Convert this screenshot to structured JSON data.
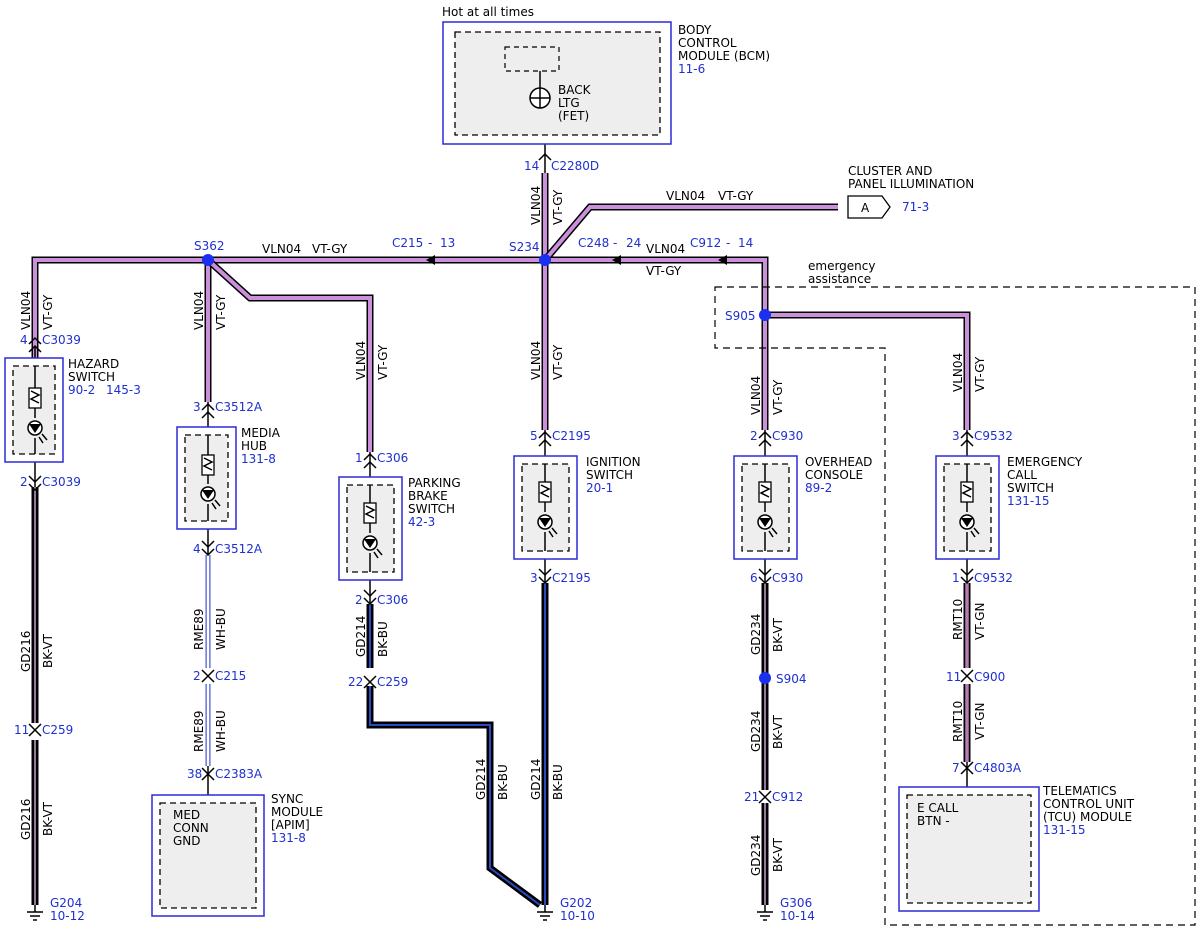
{
  "labels": {
    "hot": "Hot at all times",
    "emergency_1": "emergency",
    "emergency_2": "assistance"
  },
  "modules": {
    "bcm": {
      "l1": "BODY",
      "l2": "CONTROL",
      "l3": "MODULE (BCM)",
      "ref": "11-6",
      "inner1": "BACK",
      "inner2": "LTG",
      "inner3": "(FET)"
    },
    "cluster": {
      "l1": "CLUSTER AND",
      "l2": "PANEL ILLUMINATION",
      "connector": "A",
      "ref": "71-3"
    },
    "hazard": {
      "l1": "HAZARD",
      "l2": "SWITCH",
      "ref1": "90-2",
      "ref2": "145-3"
    },
    "media": {
      "l1": "MEDIA",
      "l2": "HUB",
      "ref": "131-8"
    },
    "parking": {
      "l1": "PARKING",
      "l2": "BRAKE",
      "l3": "SWITCH",
      "ref": "42-3"
    },
    "ignition": {
      "l1": "IGNITION",
      "l2": "SWITCH",
      "ref": "20-1"
    },
    "overhead": {
      "l1": "OVERHEAD",
      "l2": "CONSOLE",
      "ref": "89-2"
    },
    "ecall": {
      "l1": "EMERGENCY",
      "l2": "CALL",
      "l3": "SWITCH",
      "ref": "131-15"
    },
    "sync": {
      "l1": "SYNC",
      "l2": "MODULE",
      "l3": "[APIM]",
      "ref": "131-8",
      "inner1": "MED",
      "inner2": "CONN",
      "inner3": "GND"
    },
    "tcu": {
      "l1": "TELEMATICS",
      "l2": "CONTROL UNIT",
      "l3": "(TCU) MODULE",
      "ref": "131-15",
      "inner1": "E CALL",
      "inner2": "BTN -"
    }
  },
  "splices": {
    "s362": "S362",
    "s234": "S234",
    "s905": "S905",
    "s904": "S904"
  },
  "connectors": {
    "c2280d": {
      "pin": "14",
      "name": "C2280D"
    },
    "c215_13": {
      "name": "C215",
      "sep": "-",
      "pin": "13"
    },
    "c248": {
      "name": "C248",
      "sep": "-",
      "pin": "24"
    },
    "c912_14": {
      "name": "C912",
      "sep": "-",
      "pin": "14"
    },
    "c3039_4": {
      "pin": "4",
      "name": "C3039"
    },
    "c3039_2": {
      "pin": "2",
      "name": "C3039"
    },
    "c259_11": {
      "pin": "11",
      "name": "C259"
    },
    "c3512a_3": {
      "pin": "3",
      "name": "C3512A"
    },
    "c3512a_4": {
      "pin": "4",
      "name": "C3512A"
    },
    "c215_2": {
      "pin": "2",
      "name": "C215"
    },
    "c2383a": {
      "pin": "38",
      "name": "C2383A"
    },
    "c306_1": {
      "pin": "1",
      "name": "C306"
    },
    "c306_2": {
      "pin": "2",
      "name": "C306"
    },
    "c259_22": {
      "pin": "22",
      "name": "C259"
    },
    "c2195_5": {
      "pin": "5",
      "name": "C2195"
    },
    "c2195_3": {
      "pin": "3",
      "name": "C2195"
    },
    "c930_2": {
      "pin": "2",
      "name": "C930"
    },
    "c930_6": {
      "pin": "6",
      "name": "C930"
    },
    "c912_21": {
      "pin": "21",
      "name": "C912"
    },
    "c9532_3": {
      "pin": "3",
      "name": "C9532"
    },
    "c9532_1": {
      "pin": "1",
      "name": "C9532"
    },
    "c900": {
      "pin": "11",
      "name": "C900"
    },
    "c4803a": {
      "pin": "7",
      "name": "C4803A"
    }
  },
  "grounds": {
    "g204": {
      "name": "G204",
      "ref": "10-12"
    },
    "g202": {
      "name": "G202",
      "ref": "10-10"
    },
    "g306": {
      "name": "G306",
      "ref": "10-14"
    }
  },
  "wires": {
    "vln04": "VLN04",
    "vtgy": "VT-GY",
    "gd216": "GD216",
    "bkvt": "BK-VT",
    "rme89": "RME89",
    "whbu": "WH-BU",
    "gd214": "GD214",
    "bkbu": "BK-BU",
    "gd234": "GD234",
    "rmt10": "RMT10",
    "vtgn": "VT-GN"
  },
  "colors": {
    "vt_gy": "#cc8fdc",
    "bk_bu": "#0a1a5e",
    "bk_vt": "#1a1a1a",
    "wh_bu": "#8f9fe6",
    "vt_gn": "#b97ab8",
    "module_border": "#2b2bd6",
    "label_blue": "#1f2fd0",
    "splice_dot": "#1a2ff0"
  },
  "icons": [
    "resistor-icon",
    "lamp-icon",
    "ground-icon",
    "fet-icon",
    "arrow-icon",
    "splice-dot"
  ]
}
